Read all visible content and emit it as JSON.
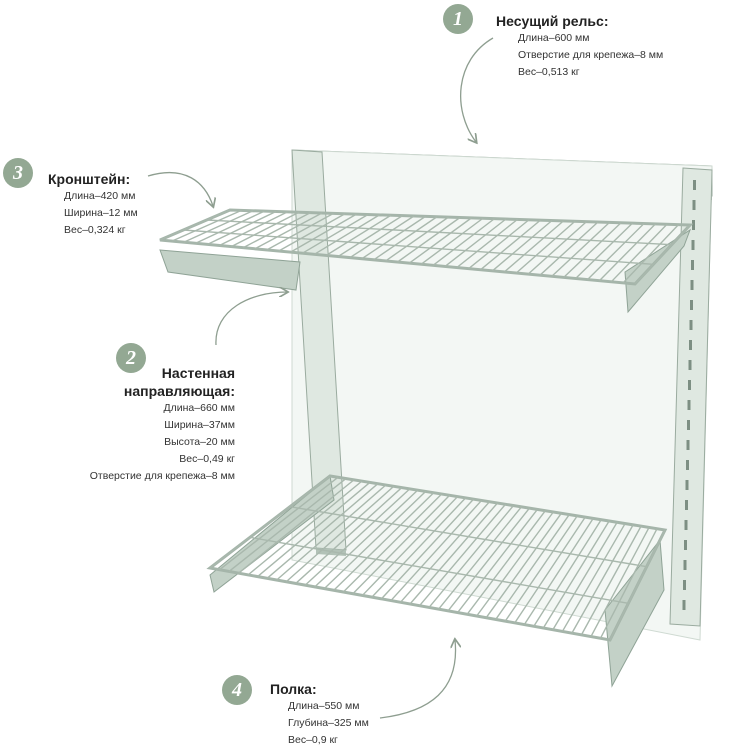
{
  "callouts": [
    {
      "number": "1",
      "title": "Несущий рельс:",
      "specs": [
        "Длина–600 мм",
        "Отверстие для крепежа–8 мм",
        "Вес–0,513 кг"
      ]
    },
    {
      "number": "2",
      "title_line1": "Настенная",
      "title_line2": "направляющая:",
      "specs": [
        "Длина–660 мм",
        "Ширина–37мм",
        "Высота–20 мм",
        "Вес–0,49 кг",
        "Отверстие для крепежа–8 мм"
      ]
    },
    {
      "number": "3",
      "title": "Кронштейн:",
      "specs": [
        "Длина–420 мм",
        "Ширина–12 мм",
        "Вес–0,324 кг"
      ]
    },
    {
      "number": "4",
      "title": "Полка:",
      "specs": [
        "Длина–550 мм",
        "Глубина–325 мм",
        "Вес–0,9 кг"
      ]
    }
  ],
  "colors": {
    "badge": "#93a893",
    "metal": "#c9d6cc",
    "metal_dark": "#8fa396",
    "arrow": "#8e9e90"
  }
}
